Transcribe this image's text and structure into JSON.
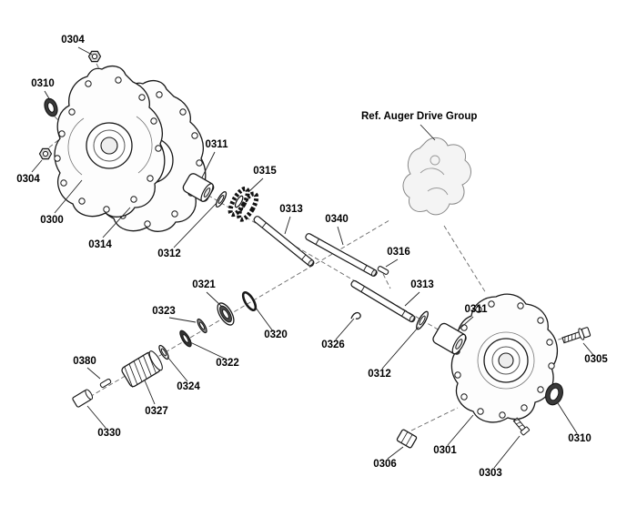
{
  "diagram": {
    "background": "#ffffff",
    "line_color": "#1a1a1a",
    "dashed_color": "#666666",
    "ref_label": "Ref. Auger Drive Group",
    "labels": [
      {
        "text": "0304"
      },
      {
        "text": "0310"
      },
      {
        "text": "0304"
      },
      {
        "text": "0300"
      },
      {
        "text": "0314"
      },
      {
        "text": "0311"
      },
      {
        "text": "0315"
      },
      {
        "text": "0312"
      },
      {
        "text": "0313"
      },
      {
        "text": "0340"
      },
      {
        "text": "0316"
      },
      {
        "text": "0313"
      },
      {
        "text": "0311"
      },
      {
        "text": "0312"
      },
      {
        "text": "0321"
      },
      {
        "text": "0320"
      },
      {
        "text": "0323"
      },
      {
        "text": "0322"
      },
      {
        "text": "0324"
      },
      {
        "text": "0327"
      },
      {
        "text": "0380"
      },
      {
        "text": "0330"
      },
      {
        "text": "0326"
      },
      {
        "text": "0301"
      },
      {
        "text": "0305"
      },
      {
        "text": "0310"
      },
      {
        "text": "0303"
      },
      {
        "text": "0306"
      }
    ]
  }
}
